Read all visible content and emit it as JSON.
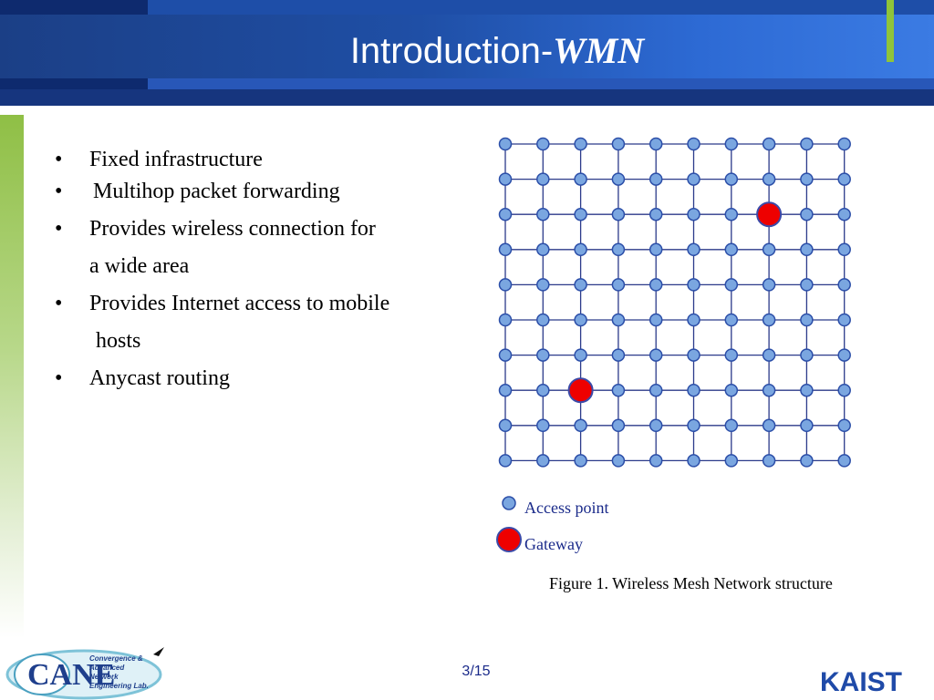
{
  "slide": {
    "title_main": "Introduction-",
    "title_em": "WMN",
    "bullets": [
      "Fixed infrastructure",
      "Multihop packet forwarding",
      "Provides wireless connection for",
      "Provides Internet access to mobile",
      "Anycast routing"
    ],
    "bullet_continuations": [
      "a wide area",
      "hosts"
    ],
    "bullet_symbol": "•",
    "legend": {
      "access_point": "Access point",
      "gateway": "Gateway"
    },
    "caption": "Figure 1. Wireless Mesh Network structure",
    "page_number": "3/15",
    "footer_logo_left": {
      "mark": "CANE",
      "lines": [
        "Convergence &",
        "Advanced",
        "Network",
        "Engineering Lab."
      ]
    },
    "footer_logo_right": "KAIST"
  },
  "mesh": {
    "cols": 10,
    "rows": 10,
    "gateways": [
      [
        2,
        7
      ],
      [
        7,
        2
      ]
    ]
  },
  "colors": {
    "node_fill": "#7aa6e0",
    "node_stroke": "#2b4ea8",
    "edge": "#2b3a8a",
    "gateway_fill": "#ee0000",
    "gateway_stroke": "#3b4aa8",
    "title_bg": "#1f4fa6",
    "accent": "#8fc43a"
  }
}
